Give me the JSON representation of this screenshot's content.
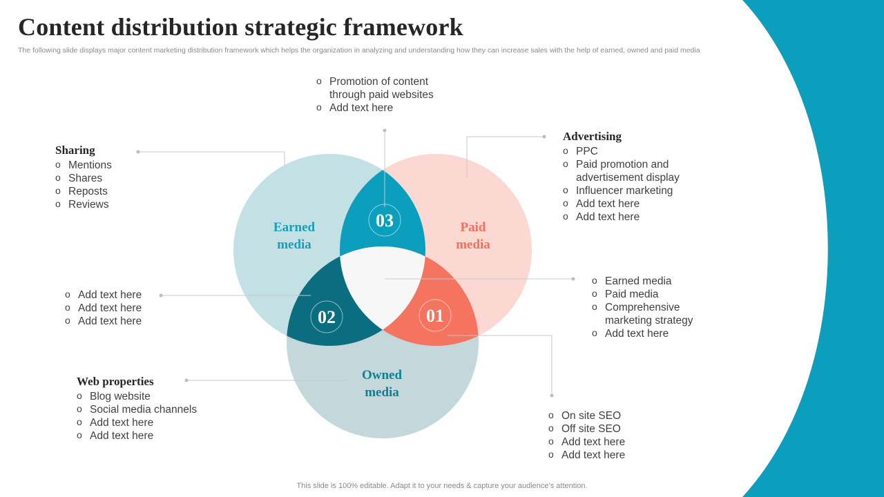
{
  "title": "Content distribution strategic framework",
  "subtitle": "The following slide displays major content marketing distribution framework which helps the organization in analyzing and understanding how they can increase sales with the help of earned, owned and paid media",
  "footer": "This slide is 100% editable. Adapt it to your needs & capture your audience’s attention.",
  "colors": {
    "accent_teal": "#0b9fbd",
    "earned_circle": "#c3e0e5",
    "paid_circle": "#fbd8d2",
    "owned_circle": "#c4d8dc",
    "overlap_03": "#0b9fbd",
    "overlap_02": "#0b6e80",
    "overlap_01": "#f47460",
    "center": "#f7f7f7"
  },
  "venn": {
    "earned_label": [
      "Earned",
      "media"
    ],
    "paid_label": [
      "Paid",
      "media"
    ],
    "owned_label": [
      "Owned",
      "media"
    ],
    "num_03": "03",
    "num_02": "02",
    "num_01": "01"
  },
  "blocks": {
    "top": {
      "items": [
        "Promotion of content",
        "through paid websites",
        "Add text here"
      ]
    },
    "sharing": {
      "title": "Sharing",
      "items": [
        "Mentions",
        "Shares",
        "Reposts",
        "Reviews"
      ]
    },
    "advertising": {
      "title": "Advertising",
      "items": [
        "PPC",
        "Paid promotion and",
        "advertisement display",
        "Influencer  marketing",
        "Add text here",
        "Add text here"
      ]
    },
    "left_mid": {
      "items": [
        "Add text here",
        "Add text here",
        "Add text here"
      ]
    },
    "right_mid": {
      "items": [
        "Earned media",
        "Paid media",
        "Comprehensive",
        "marketing strategy",
        "Add text here"
      ]
    },
    "web": {
      "title": "Web properties",
      "items": [
        "Blog website",
        "Social media channels",
        "Add text here",
        "Add text here"
      ]
    },
    "bottom_right": {
      "items": [
        "On site SEO",
        "Off site SEO",
        "Add text here",
        "Add text here"
      ]
    }
  }
}
